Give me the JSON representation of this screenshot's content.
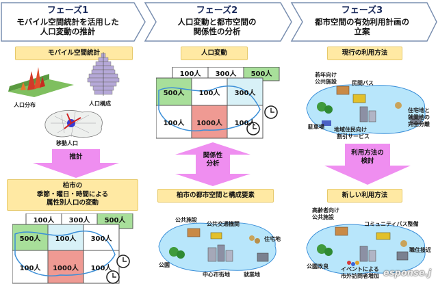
{
  "phases": [
    {
      "title": "フェーズ1",
      "line1": "モバイル空間統計を活用した",
      "line2": "人口変動の推計"
    },
    {
      "title": "フェーズ2",
      "line1": "人口変動と都市空間の",
      "line2": "関係性の分析"
    },
    {
      "title": "フェーズ3",
      "line1": "都市空間の有効利用計画の",
      "line2": "立案"
    }
  ],
  "col1": {
    "top_label": "モバイル空間統計",
    "pop_distribution": "人口分布",
    "pop_structure": "人口構成",
    "movement_pop": "移動人口",
    "arrow_label": "推計",
    "bottom_label_line1": "柏市の",
    "bottom_label_line2": "季節・曜日・時間による",
    "bottom_label_line3": "属性別人口の変動"
  },
  "col2": {
    "top_label": "人口変動",
    "arrow_line1": "関係性",
    "arrow_line2": "分析",
    "bottom_label": "柏市の都市空間と構成要素",
    "map_labels": {
      "park_facility": "公共施設",
      "public_transport": "公共交通機関",
      "residential": "住宅地",
      "park": "公園",
      "center": "中心市街地",
      "business": "就業地"
    }
  },
  "col3": {
    "top_label": "現行の利用方法",
    "arrow_line1": "利用方法の",
    "arrow_line2": "検討",
    "bottom_label": "新しい利用方法",
    "current_map": {
      "youth_line1": "若年向け",
      "youth_line2": "公共施設",
      "private_bus": "民間バス",
      "residential_line1": "住宅地と",
      "residential_line2": "就業地の",
      "residential_line3": "完全分離",
      "parking": "駐車場",
      "residents_line1": "地域住民向け",
      "residents_line2": "割引サービス"
    },
    "new_map": {
      "elderly_line1": "高齢者向け",
      "elderly_line2": "公共施設",
      "community_bus": "コミュニティバス整備",
      "proximity": "職住接近",
      "park_renovation": "公園改良",
      "event_line1": "イベントによる",
      "event_line2": "市外訪問者増加"
    }
  },
  "grid_values": {
    "back_row": [
      "100人",
      "300人",
      "500人"
    ],
    "row1": [
      "500人",
      "100人",
      "300人"
    ],
    "row2": [
      "100人",
      "1000人",
      "100人"
    ]
  },
  "watermark": "esponse.j",
  "colors": {
    "arrow": "#ef8ef0",
    "label_bg": "#ffe9a3",
    "cell_green": "#a8df9a",
    "cell_light": "#d8f1f7",
    "cell_red": "#ef9a93",
    "map_water": "#b8e6fb"
  }
}
